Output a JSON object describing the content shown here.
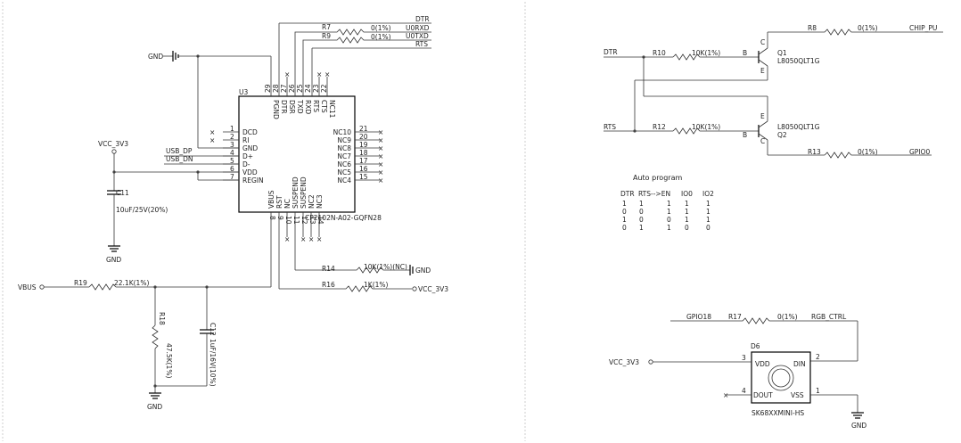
{
  "u3": {
    "ref": "U3",
    "part": "CP2102N-A02-GQFN28",
    "left_pins": [
      {
        "num": "1",
        "name": "DCD"
      },
      {
        "num": "2",
        "name": "RI"
      },
      {
        "num": "3",
        "name": "GND"
      },
      {
        "num": "4",
        "name": "D+"
      },
      {
        "num": "5",
        "name": "D-"
      },
      {
        "num": "6",
        "name": "VDD"
      },
      {
        "num": "7",
        "name": "REGIN"
      }
    ],
    "right_pins": [
      {
        "num": "21",
        "name": "NC10"
      },
      {
        "num": "20",
        "name": "NC9"
      },
      {
        "num": "19",
        "name": "NC8"
      },
      {
        "num": "18",
        "name": "NC7"
      },
      {
        "num": "17",
        "name": "NC6"
      },
      {
        "num": "16",
        "name": "NC5"
      },
      {
        "num": "15",
        "name": "NC4"
      }
    ],
    "top_pins": [
      {
        "num": "29",
        "name": "PGND"
      },
      {
        "num": "28",
        "name": "DTR"
      },
      {
        "num": "27",
        "name": "DSR"
      },
      {
        "num": "26",
        "name": "TXD"
      },
      {
        "num": "25",
        "name": "RXD"
      },
      {
        "num": "24",
        "name": "RTS"
      },
      {
        "num": "23",
        "name": "CTS"
      },
      {
        "num": "22",
        "name": "NC11"
      }
    ],
    "bottom_pins": [
      {
        "num": "8",
        "name": "VBUS"
      },
      {
        "num": "9",
        "name": "RST"
      },
      {
        "num": "10",
        "name": "NC"
      },
      {
        "num": "11",
        "name": "SUSPEND"
      },
      {
        "num": "12",
        "name": "SUSPEND"
      },
      {
        "num": "13",
        "name": "NC2"
      },
      {
        "num": "14",
        "name": "NC3"
      }
    ]
  },
  "nets": {
    "gnd": "GND",
    "vcc": "VCC_3V3",
    "usb_dp": "USB_DP",
    "usb_dn": "USB_DN",
    "dtr": "DTR",
    "rts": "RTS",
    "u0rxd": "U0RXD",
    "u0txd": "U0TXD",
    "vbus": "VBUS",
    "chip_pu": "CHIP_PU",
    "gpio0": "GPIO0",
    "gpio18": "GPIO18",
    "rgb_ctrl": "RGB_CTRL"
  },
  "parts": {
    "c11": {
      "ref": "C11",
      "val": "10uF/25V(20%)"
    },
    "c12": {
      "ref": "C12",
      "val": "1uF/16V(10%)"
    },
    "r7": {
      "ref": "R7",
      "val": "0(1%)"
    },
    "r9": {
      "ref": "R9",
      "val": "0(1%)"
    },
    "r14": {
      "ref": "R14",
      "val": "10K(1%)(NC)"
    },
    "r16": {
      "ref": "R16",
      "val": "1K(1%)"
    },
    "r18": {
      "ref": "R18",
      "val": "47.5K(1%)"
    },
    "r19": {
      "ref": "R19",
      "val": "22.1K(1%)"
    },
    "r8": {
      "ref": "R8",
      "val": "0(1%)"
    },
    "r10": {
      "ref": "R10",
      "val": "10K(1%)"
    },
    "r12": {
      "ref": "R12",
      "val": "10K(1%)"
    },
    "r13": {
      "ref": "R13",
      "val": "0(1%)"
    },
    "r17": {
      "ref": "R17",
      "val": "0(1%)"
    },
    "q1": {
      "ref": "Q1",
      "val": "L8050QLT1G"
    },
    "q2": {
      "ref": "Q2",
      "val": "L8050QLT1G"
    },
    "d6": {
      "ref": "D6",
      "part": "SK68XXMINI-HS",
      "pins": {
        "vdd": "VDD",
        "din": "DIN",
        "dout": "DOUT",
        "vss": "VSS"
      }
    }
  },
  "pin_labels": {
    "b": "B",
    "c": "C",
    "e": "E",
    "p1": "1",
    "p2": "2",
    "p3": "3",
    "p4": "4"
  },
  "auto_program": {
    "title": "Auto program",
    "header": [
      "DTR",
      "RTS-->EN",
      "IO0",
      "IO2"
    ],
    "rows": [
      [
        "1",
        "1",
        "1",
        "1",
        "1"
      ],
      [
        "0",
        "0",
        "1",
        "1",
        "1"
      ],
      [
        "1",
        "0",
        "0",
        "1",
        "1"
      ],
      [
        "0",
        "1",
        "1",
        "0",
        "0"
      ]
    ]
  }
}
